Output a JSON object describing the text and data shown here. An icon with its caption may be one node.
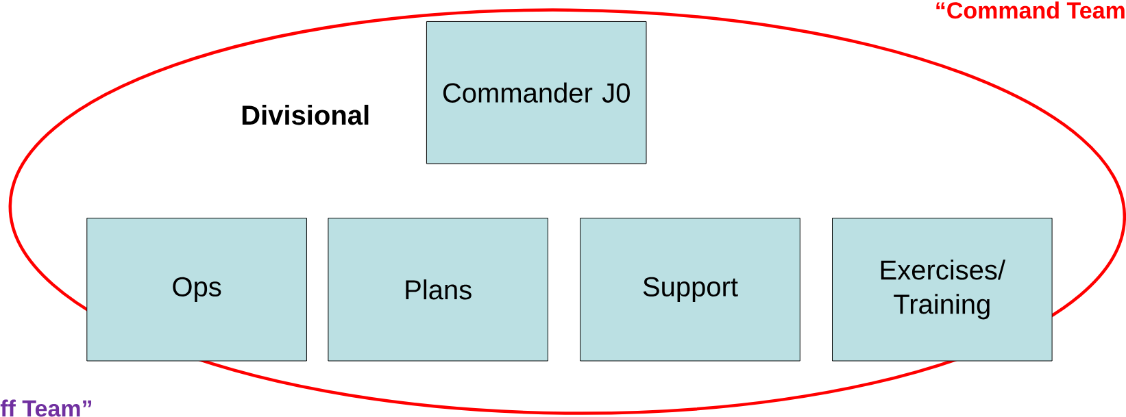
{
  "diagram": {
    "nodes": [
      {
        "text": [
          "Commander J0"
        ]
      },
      {
        "text": [
          "Ops"
        ]
      },
      {
        "text": [
          "Plans"
        ]
      },
      {
        "text": [
          "Support"
        ]
      },
      {
        "text": [
          "Exercises/ Training"
        ]
      }
    ],
    "labels": [
      "Divisional",
      "“Command Team",
      "ff Team”"
    ]
  }
}
